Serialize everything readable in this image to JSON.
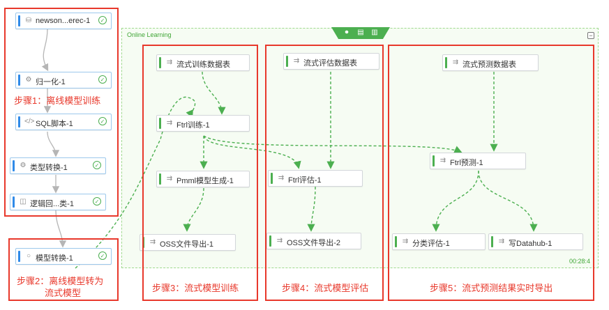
{
  "online_learning": {
    "title": "Online Learning",
    "timer": "00:28:4",
    "tab_icons": [
      "stop-icon",
      "document-icon",
      "chart-icon"
    ],
    "collapse_symbol": "−"
  },
  "nodes": {
    "newson": "newson...erec-1",
    "normalize": "归一化-1",
    "sql": "SQL脚本-1",
    "typeconv": "类型转换-1",
    "logistic": "逻辑回...类-1",
    "modelconv": "模型转换-1",
    "train_table": "流式训练数据表",
    "ftrl_train": "Ftrl训练-1",
    "pmml": "Pmml模型生成-1",
    "oss_export1": "OSS文件导出-1",
    "eval_table": "流式评估数据表",
    "ftrl_eval": "Ftrl评估-1",
    "oss_export2": "OSS文件导出-2",
    "predict_table": "流式预测数据表",
    "ftrl_predict": "Ftrl预测-1",
    "classify_eval": "分类评估-1",
    "datahub": "写Datahub-1"
  },
  "steps": {
    "step1": "步骤1：离线模型训练",
    "step2_line1": "步骤2：离线模型转为",
    "step2_line2": "流式模型",
    "step3": "步骤3：流式模型训练",
    "step4": "步骤4：流式模型评估",
    "step5": "步骤5：流式预测结果实时导出"
  },
  "colors": {
    "node_bar_blue": "#2f8ae8",
    "node_bar_green": "#4caf50",
    "red_box": "#e8382b",
    "dashed_edge": "#4caf50",
    "solid_edge": "#b5b5b5"
  }
}
